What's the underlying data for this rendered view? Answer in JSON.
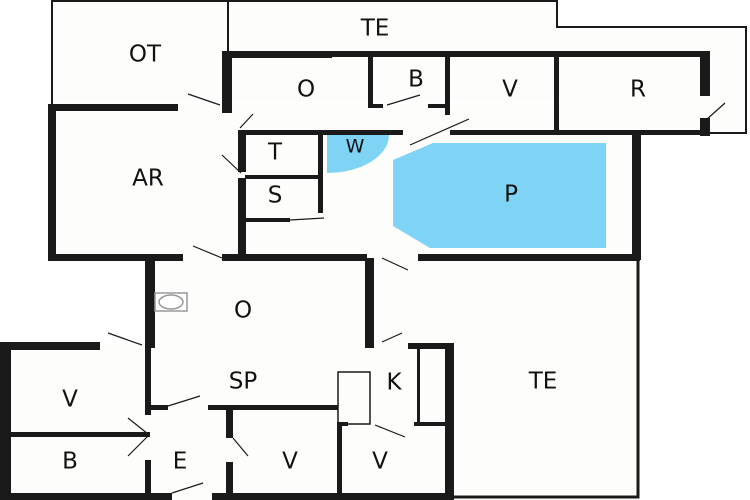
{
  "floorplan": {
    "colors": {
      "wall": "#1a1a1a",
      "pool": "#7fd4f5",
      "background": "#ffffff",
      "floor": "#fdfdfb"
    },
    "rooms": {
      "ot": "OT",
      "te_top": "TE",
      "o_top": "O",
      "b_top": "B",
      "v_top": "V",
      "r": "R",
      "ar": "AR",
      "t": "T",
      "w": "W",
      "s": "S",
      "p": "P",
      "o_mid": "O",
      "sp": "SP",
      "k": "K",
      "te_right": "TE",
      "v_left": "V",
      "b_left": "B",
      "e": "E",
      "v_bottom_mid": "V",
      "v_bottom_right": "V"
    }
  }
}
